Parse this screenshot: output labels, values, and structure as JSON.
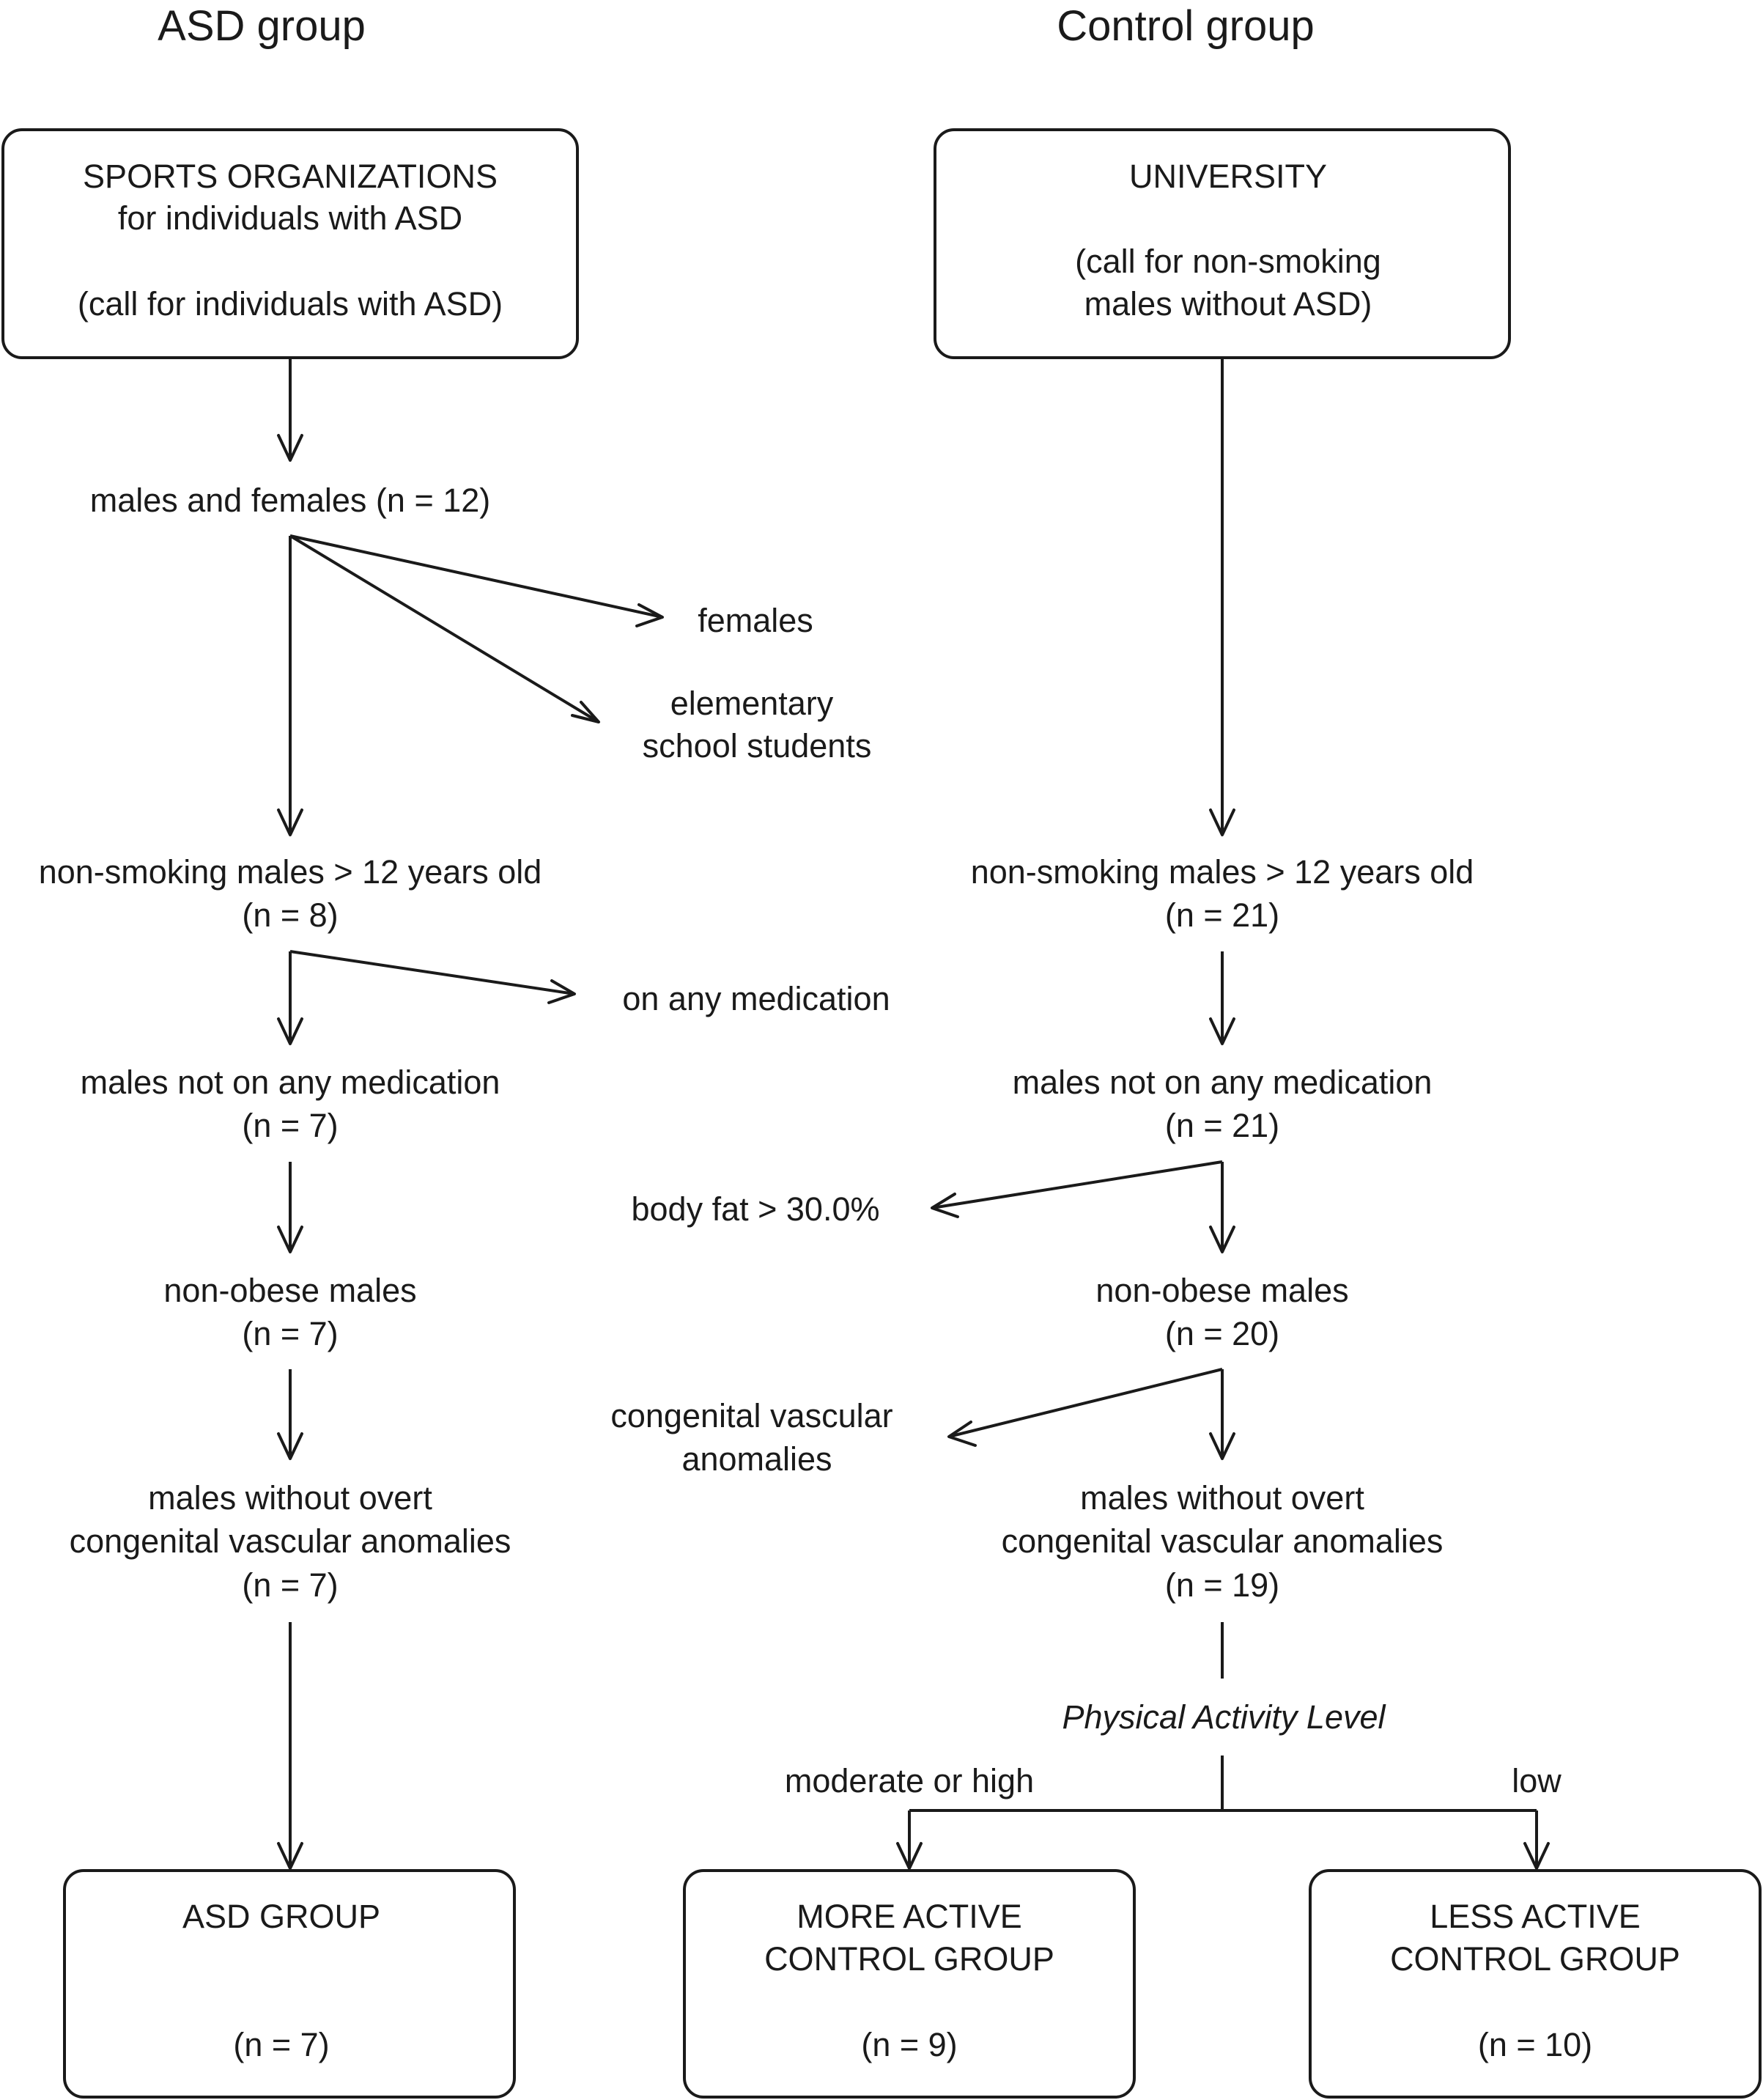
{
  "headers": {
    "asd": "ASD group",
    "control": "Control group"
  },
  "asd": {
    "source_box": {
      "line1": "SPORTS ORGANIZATIONS",
      "line2": "for individuals with ASD",
      "line3": "(call for individuals with ASD)"
    },
    "step1": {
      "text_before": "males and females (",
      "n_symbol": "n",
      "text_after": " = 12)"
    },
    "excluded_females": "females",
    "excluded_elementary": {
      "line1": "elementary",
      "line2": "school students"
    },
    "step2": {
      "line1": "non-smoking males > 12 years old",
      "n_open": "(",
      "n_symbol": "n",
      "n_rest": " = 8)"
    },
    "excluded_medication": "on any medication",
    "step3": {
      "line1": "males not on any medication",
      "n_open": "(",
      "n_symbol": "n",
      "n_rest": " = 7)"
    },
    "step4": {
      "line1": "non-obese males",
      "n_open": "(",
      "n_symbol": "n",
      "n_rest": " = 7)"
    },
    "step5": {
      "line1": "males without overt",
      "line2": "congenital vascular anomalies",
      "n_open": "(",
      "n_symbol": "n",
      "n_rest": " = 7)"
    },
    "final_box": {
      "label": "ASD GROUP",
      "n_open": "(",
      "n_symbol": "n",
      "n_rest": " = 7)"
    }
  },
  "control": {
    "source_box": {
      "line1": "UNIVERSITY",
      "line2": "(call for non-smoking",
      "line3": "males without ASD)"
    },
    "step2": {
      "line1": "non-smoking males > 12 years old",
      "n_open": "(",
      "n_symbol": "n",
      "n_rest": " = 21)"
    },
    "step3": {
      "line1": "males not on any medication",
      "n_open": "(",
      "n_symbol": "n",
      "n_rest": " = 21)"
    },
    "excluded_body_fat": "body fat > 30.0%",
    "step4": {
      "line1": "non-obese males",
      "n_open": "(",
      "n_symbol": "n",
      "n_rest": " = 20)"
    },
    "excluded_vascular": {
      "line1": "congenital vascular",
      "line2": "anomalies"
    },
    "step5": {
      "line1": "males without overt",
      "line2": "congenital vascular anomalies",
      "n_open": "(",
      "n_symbol": "n",
      "n_rest": " = 19)"
    },
    "split_label": "Physical Activity Level",
    "branch_left": "moderate or high",
    "branch_right": "low",
    "more_active_box": {
      "line1": "MORE ACTIVE",
      "line2": "CONTROL GROUP",
      "n_open": "(",
      "n_symbol": "n",
      "n_rest": " = 9)"
    },
    "less_active_box": {
      "line1": "LESS ACTIVE",
      "line2": "CONTROL GROUP",
      "n_open": "(",
      "n_symbol": "n",
      "n_rest": " = 10)"
    }
  }
}
